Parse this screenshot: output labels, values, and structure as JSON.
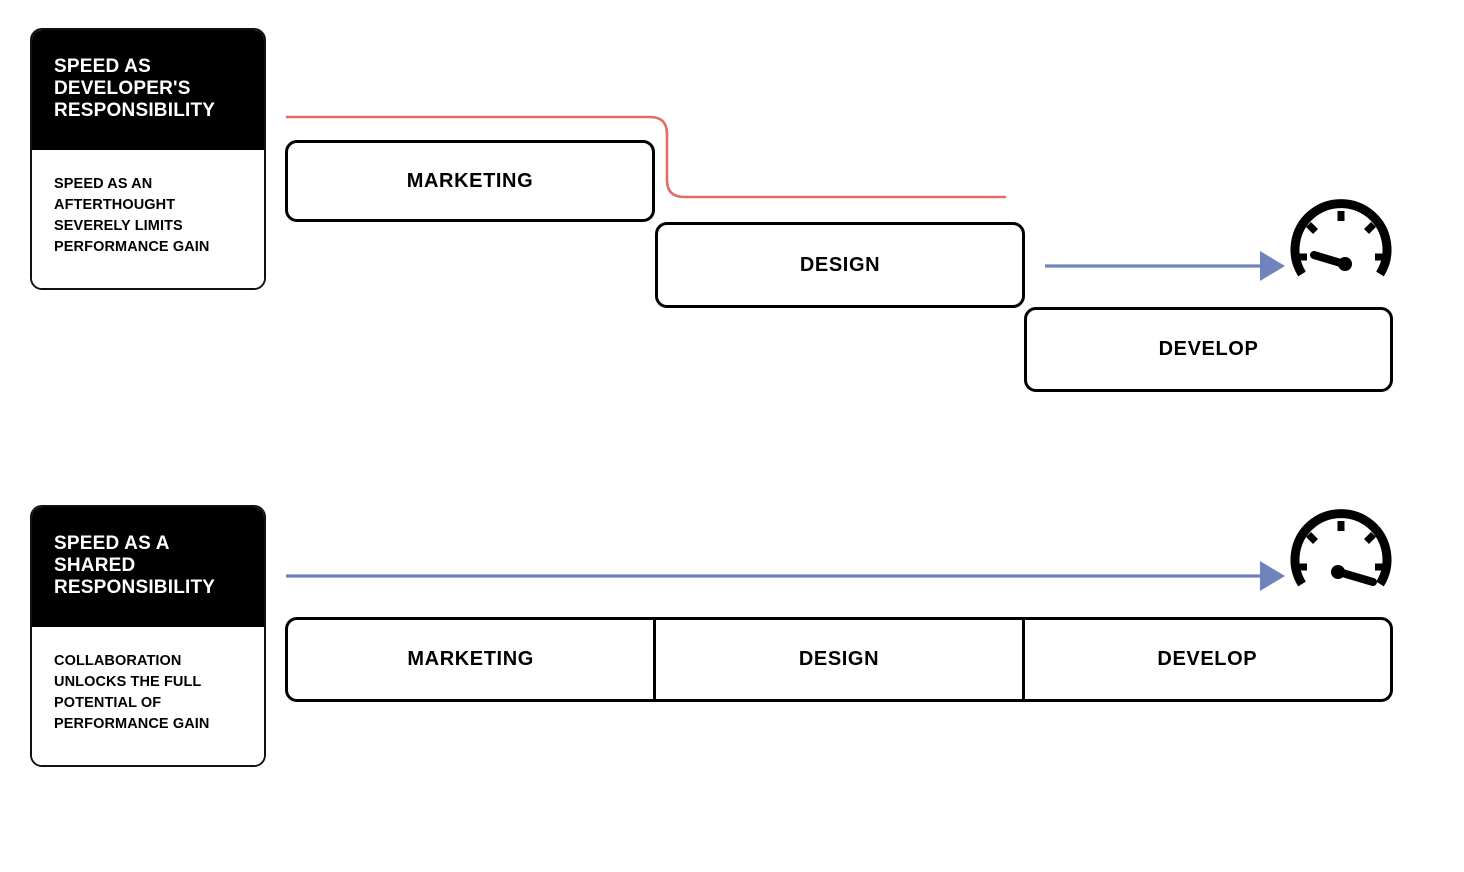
{
  "diagram": {
    "title_implicit": "Speed as developer's responsibility vs shared responsibility",
    "colors": {
      "ink": "#000000",
      "card_header_bg": "#000000",
      "card_header_text": "#ffffff",
      "bottleneck_line": "#e06c6c",
      "flow_arrow": "#7083bd",
      "box_border": "#000000",
      "page_bg": "#ffffff"
    }
  },
  "sections": [
    {
      "id": "developer-responsibility",
      "card": {
        "header": "SPEED AS\nDEVELOPER'S\nRESPONSIBILITY",
        "body": "SPEED AS AN\nAFTERTHOUGHT\nSEVERELY LIMITS\nPERFORMANCE GAIN"
      },
      "stages": [
        {
          "label": "MARKETING"
        },
        {
          "label": "DESIGN"
        },
        {
          "label": "DEVELOP"
        }
      ],
      "layout": "staggered-waterfall",
      "connector": {
        "type": "bottleneck-line",
        "name": "red-bottleneck-line",
        "color": "#e06c6c"
      },
      "arrow": {
        "type": "flow-arrow",
        "name": "blue-flow-arrow-short",
        "color": "#7083bd"
      },
      "gauge": {
        "name": "speedometer-low",
        "needle": "low",
        "ticks": 5
      }
    },
    {
      "id": "shared-responsibility",
      "card": {
        "header": "SPEED AS A\nSHARED\nRESPONSIBILITY",
        "body": "COLLABORATION\nUNLOCKS THE FULL\nPOTENTIAL OF\nPERFORMANCE GAIN"
      },
      "stages": [
        {
          "label": "MARKETING"
        },
        {
          "label": "DESIGN"
        },
        {
          "label": "DEVELOP"
        }
      ],
      "layout": "joined-parallel",
      "arrow": {
        "type": "flow-arrow",
        "name": "blue-flow-arrow-long",
        "color": "#7083bd"
      },
      "gauge": {
        "name": "speedometer-high",
        "needle": "high",
        "ticks": 5
      }
    }
  ]
}
